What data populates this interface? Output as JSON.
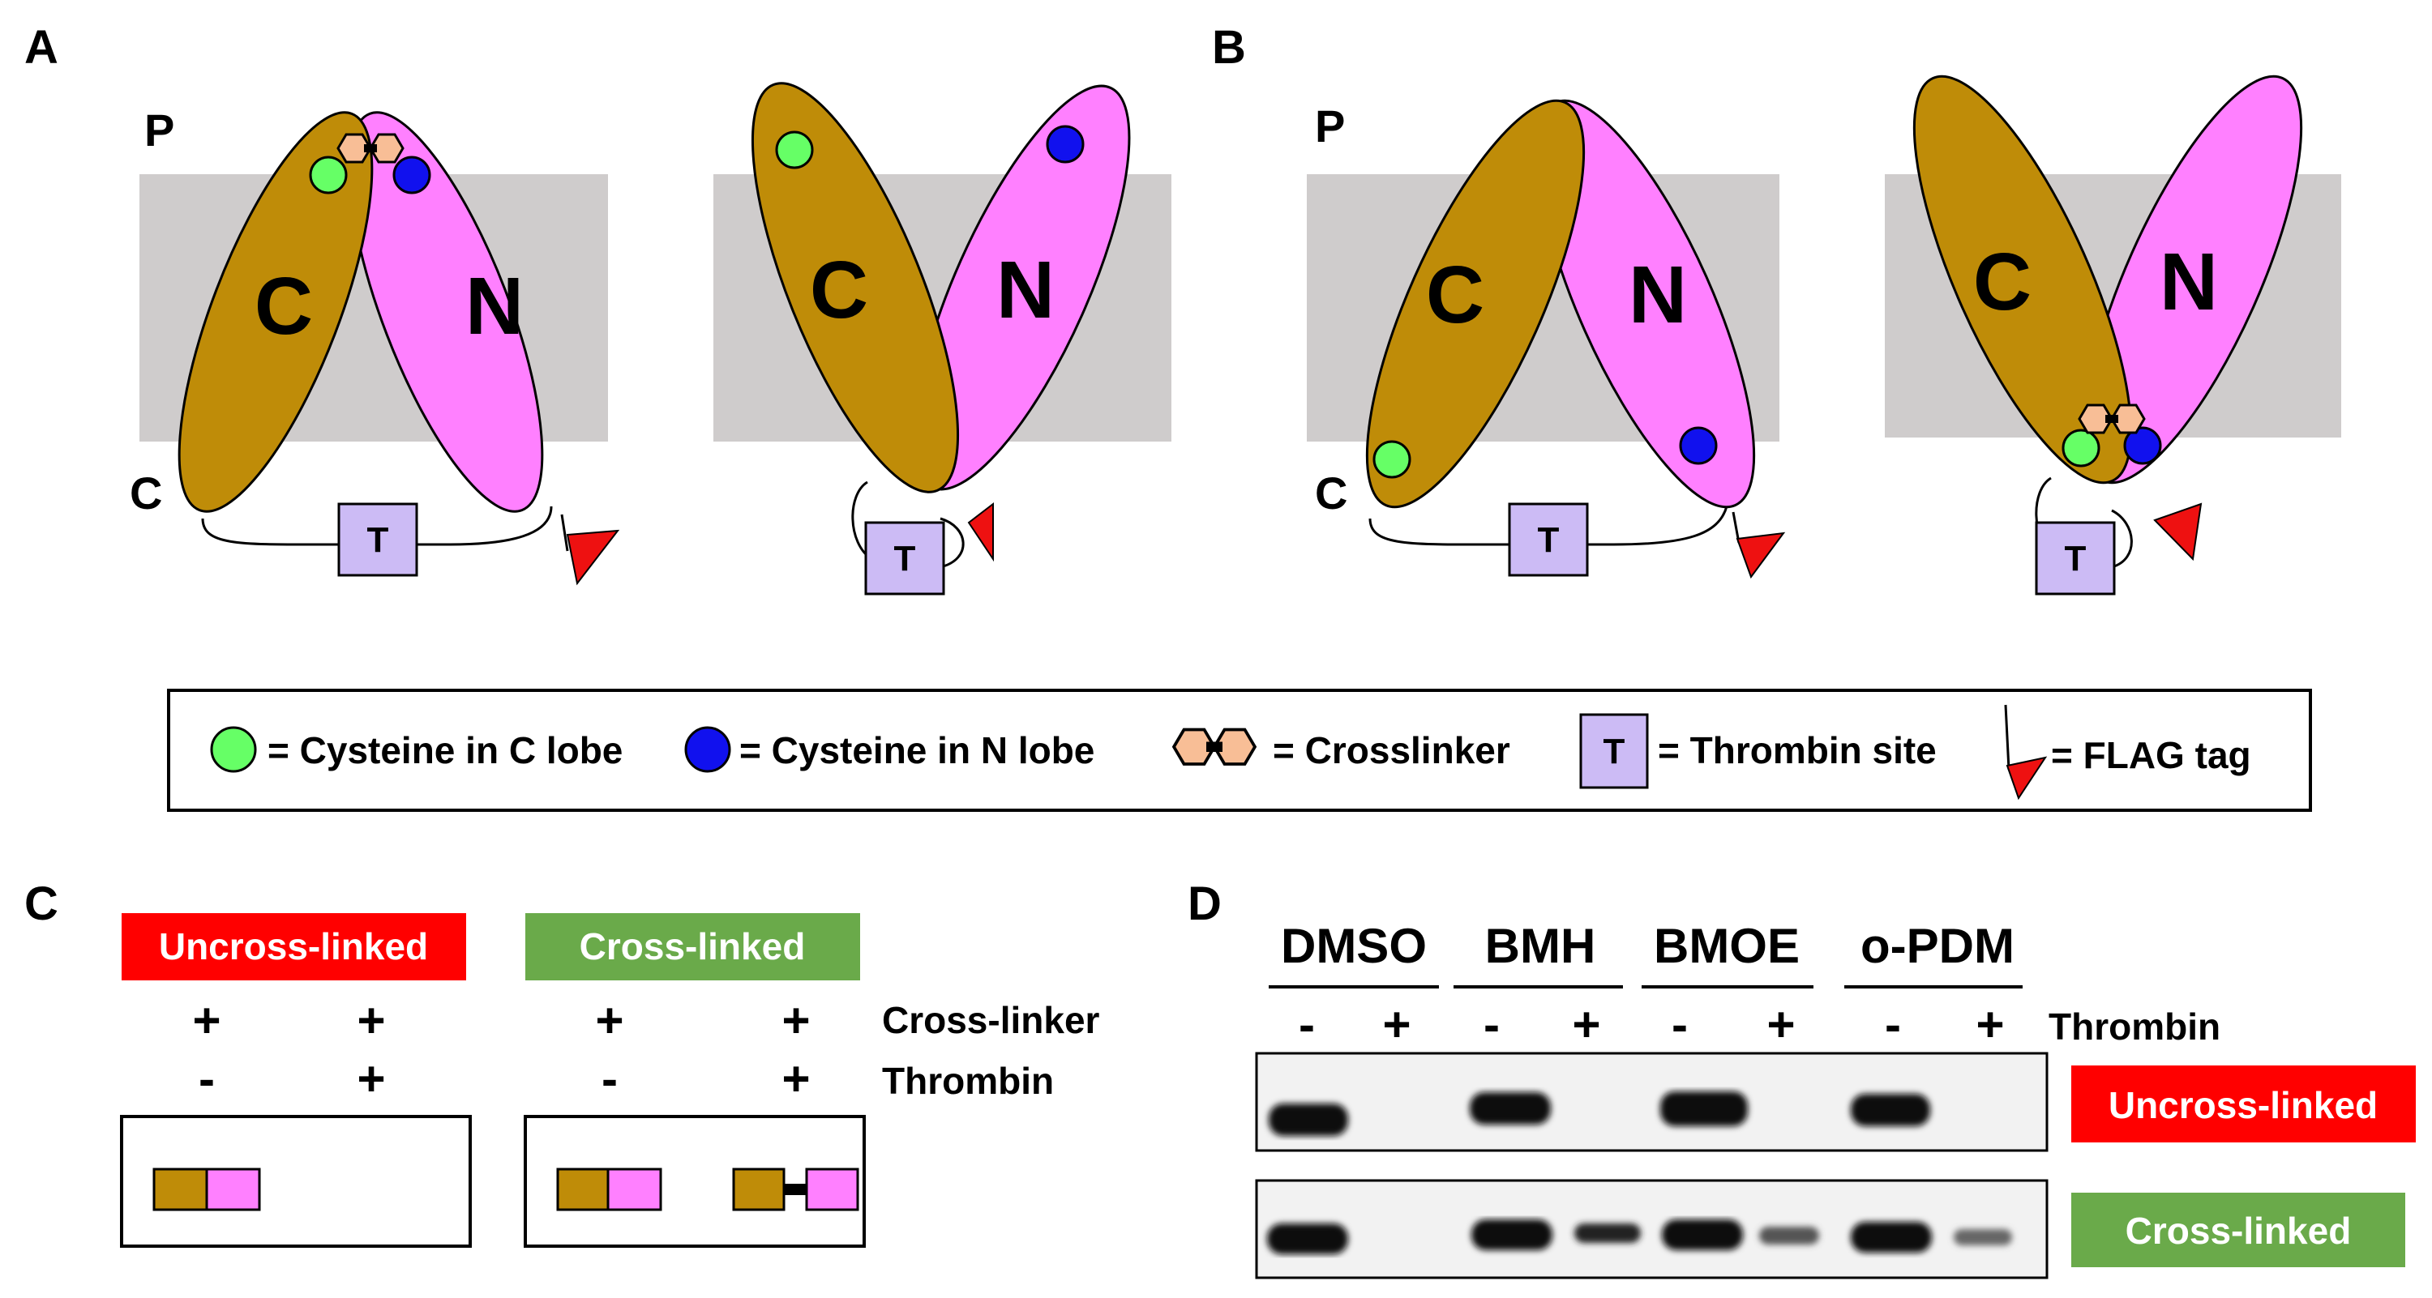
{
  "panels": {
    "A": {
      "label": "A",
      "p_label": "P",
      "c_side_label": "C",
      "c_lobe": "C",
      "n_lobe": "N",
      "thrombin": "T"
    },
    "B": {
      "label": "B",
      "p_label": "P",
      "c_side_label": "C",
      "c_lobe": "C",
      "n_lobe": "N",
      "thrombin": "T"
    },
    "C": {
      "label": "C",
      "uncross_header": "Uncross-linked",
      "cross_header": "Cross-linked",
      "row1_label": "Cross-linker",
      "row2_label": "Thrombin",
      "uncross_signs": {
        "row1": [
          "+",
          "+"
        ],
        "row2": [
          "-",
          "+"
        ]
      },
      "cross_signs": {
        "row1": [
          "+",
          "+"
        ],
        "row2": [
          "-",
          "+"
        ]
      }
    },
    "D": {
      "label": "D",
      "groups": [
        "DMSO",
        "BMH",
        "BMOE",
        "o-PDM"
      ],
      "lane_signs": [
        "-",
        "+",
        "-",
        "+",
        "-",
        "+",
        "-",
        "+"
      ],
      "thrombin_label": "Thrombin",
      "uncross_label": "Uncross-linked",
      "cross_label": "Cross-linked"
    }
  },
  "legend": {
    "cys_c": "= Cysteine in C lobe",
    "cys_n": "= Cysteine in N lobe",
    "crosslinker": "= Crosslinker",
    "thrombin_icon": "T",
    "thrombin": "= Thrombin site",
    "flag": "= FLAG tag"
  },
  "colors": {
    "c_lobe": "#bf8c08",
    "n_lobe": "#ff80ff",
    "membrane": "#cfcccc",
    "cys_c": "#66ff66",
    "cys_n": "#1111ee",
    "crosslinker": "#f8be96",
    "thrombin_box": "#ccbbf5",
    "flag": "#ee1111",
    "uncross_label_bg": "#ff0000",
    "cross_label_bg": "#6aaa4a",
    "gel_bg": "#f2f2f2"
  }
}
